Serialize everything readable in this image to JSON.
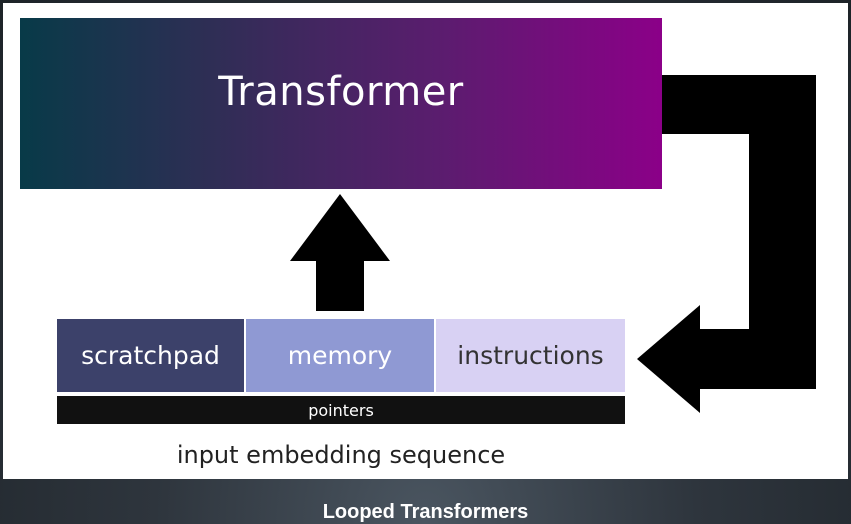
{
  "diagram": {
    "transformer_label": "Transformer",
    "segments": [
      {
        "label": "scratchpad",
        "color": "#3c416a"
      },
      {
        "label": "memory",
        "color": "#8f99d3"
      },
      {
        "label": "instructions",
        "color": "#d8d1f3"
      }
    ],
    "pointers_label": "pointers",
    "sequence_label": "input embedding sequence",
    "transformer_gradient": [
      "#083a48",
      "#8b0088"
    ]
  },
  "caption": "Looped Transformers"
}
